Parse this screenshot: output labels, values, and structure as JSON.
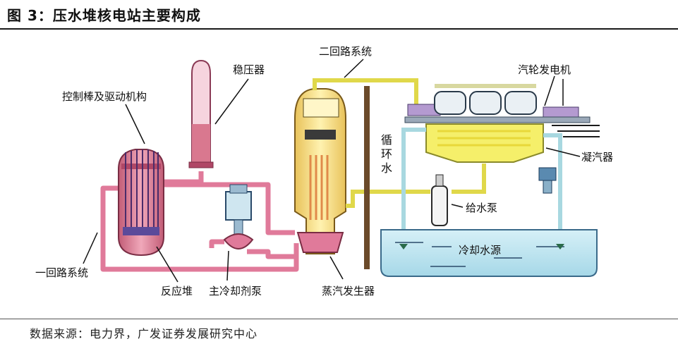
{
  "header": {
    "title": "图 3：压水堆核电站主要构成"
  },
  "footer": {
    "source": "数据来源：电力界，广发证券发展研究中心"
  },
  "diagram": {
    "labels": {
      "control_rods": "控制棒及驱动机构",
      "pressurizer": "稳压器",
      "secondary_loop": "二回路系统",
      "turbine_generator": "汽轮发电机",
      "circulating_water_1": "循",
      "circulating_water_2": "环",
      "circulating_water_3": "水",
      "condenser": "凝汽器",
      "feed_pump": "给水泵",
      "cooling_water_source": "冷却水源",
      "primary_loop": "一回路系统",
      "reactor": "反应堆",
      "main_coolant_pump": "主冷却剂泵",
      "steam_generator": "蒸汽发生器"
    },
    "colors": {
      "primary_pipe": "#e07a9a",
      "secondary_pipe": "#e0d84a",
      "cooling_pipe": "#a8d8e0",
      "reactor_fill": "#d9788f",
      "sg_fill": "#f2d36b",
      "water": "#bfe6f2",
      "condenser_fill": "#f5ef6a",
      "wall": "#6b4a2a"
    }
  }
}
